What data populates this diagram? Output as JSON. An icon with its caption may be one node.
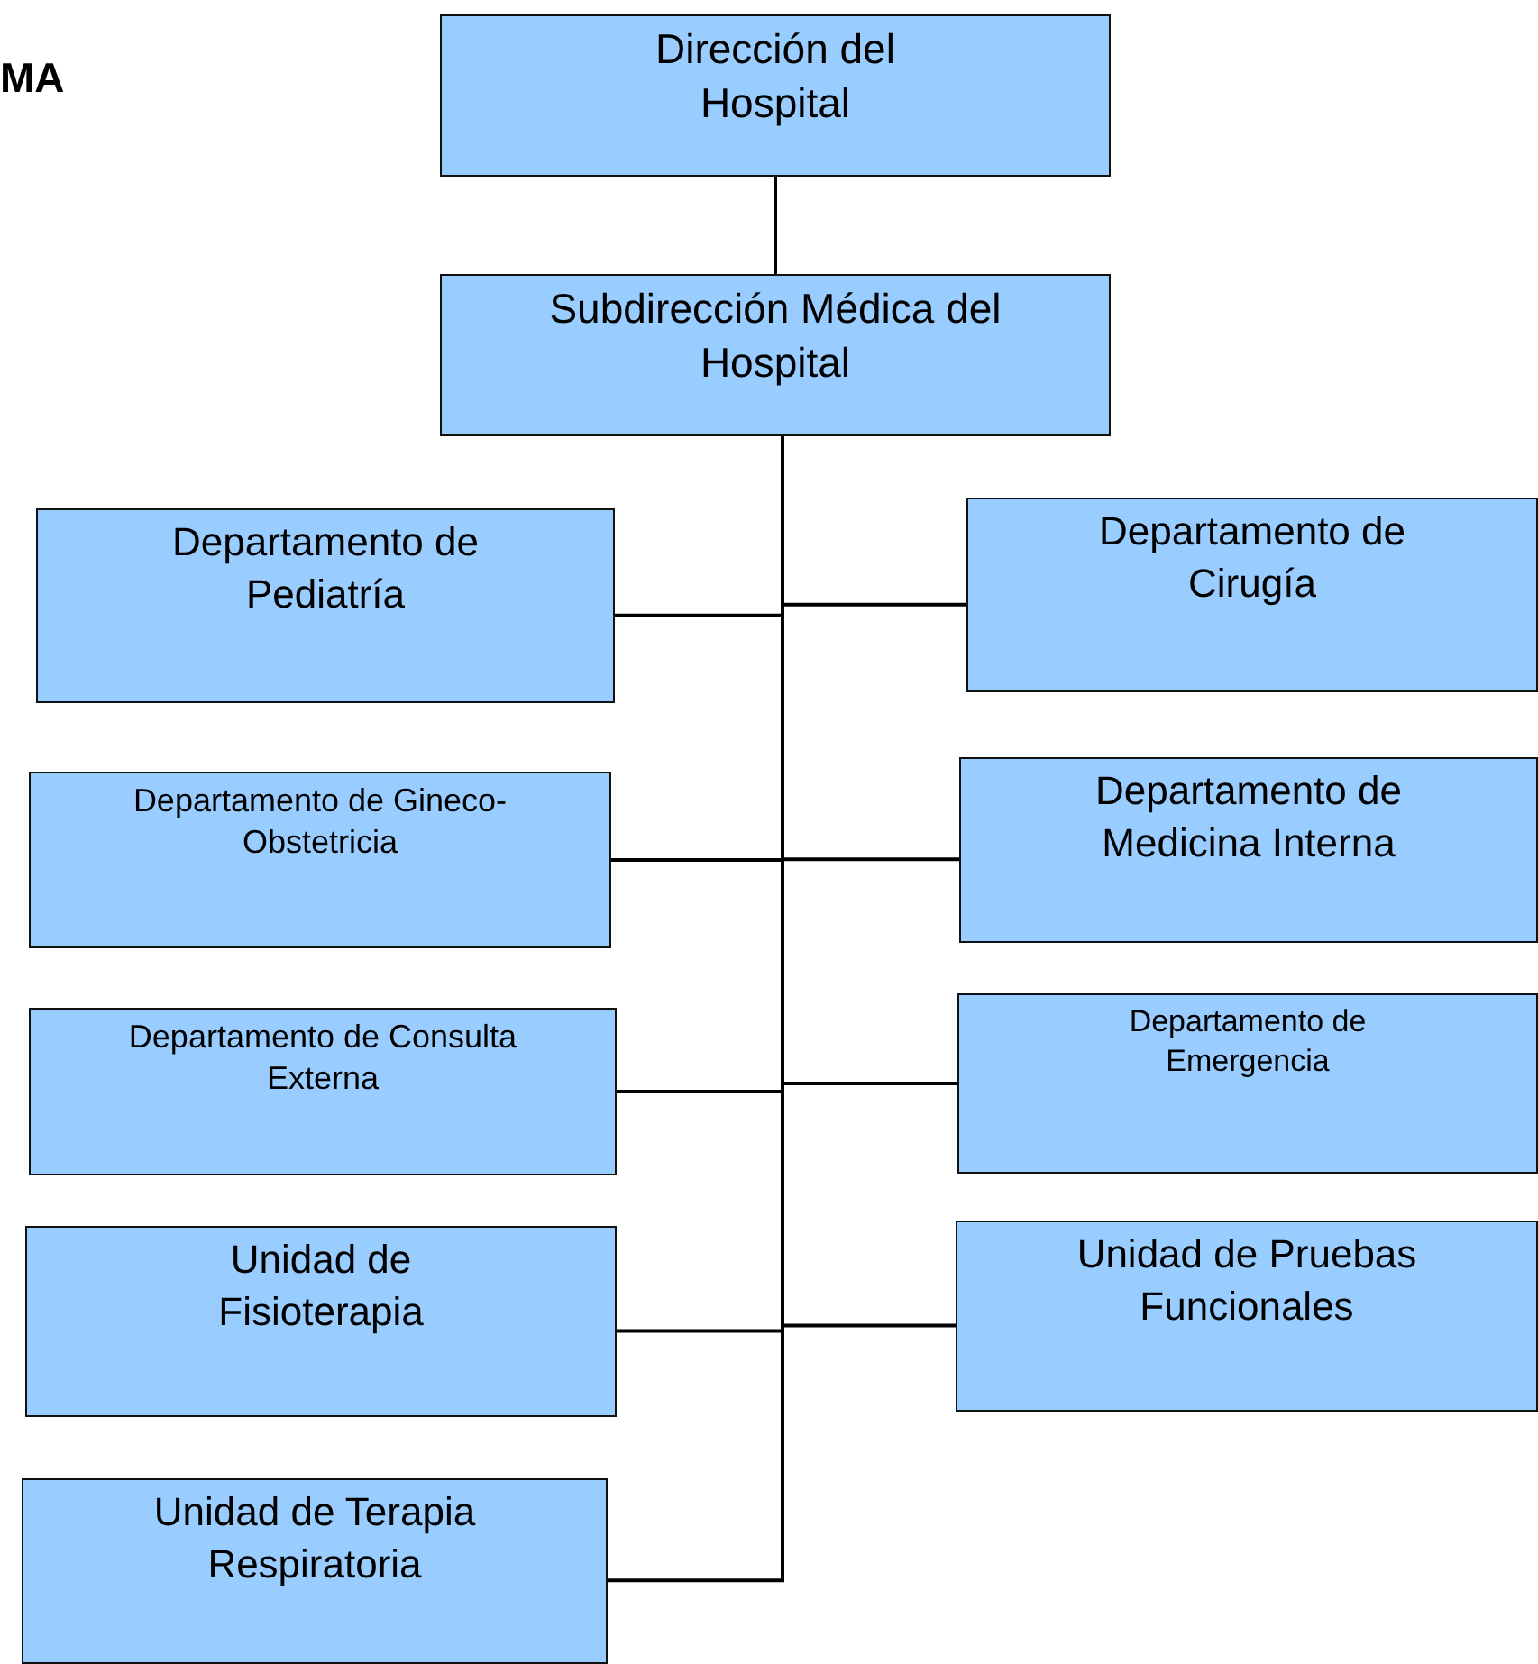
{
  "diagram": {
    "nodes": [
      {
        "text": [
          "Dirección del Hospital"
        ]
      },
      {
        "text": [
          "Subdirección Médica del Hospital"
        ]
      },
      {
        "text": [
          "Departamento de Pediatría"
        ]
      },
      {
        "text": [
          "Departamento de Cirugía"
        ]
      },
      {
        "text": [
          "Departamento de Gineco-Obstetricia"
        ]
      },
      {
        "text": [
          "Departamento de Medicina Interna"
        ]
      },
      {
        "text": [
          "Departamento de Consulta Externa"
        ]
      },
      {
        "text": [
          "Departamento de Emergencia"
        ]
      },
      {
        "text": [
          "Unidad de Fisioterapia"
        ]
      },
      {
        "text": [
          "Unidad de Pruebas Funcionales"
        ]
      },
      {
        "text": [
          "Unidad de Terapia Respiratoria"
        ]
      }
    ],
    "edges": [
      {
        "from": 0,
        "to": 1,
        "arrow": "none"
      },
      {
        "from": 1,
        "to": 2,
        "arrow": "none"
      },
      {
        "from": 1,
        "to": 3,
        "arrow": "none"
      },
      {
        "from": 1,
        "to": 4,
        "arrow": "none"
      },
      {
        "from": 1,
        "to": 5,
        "arrow": "none"
      },
      {
        "from": 1,
        "to": 6,
        "arrow": "none"
      },
      {
        "from": 1,
        "to": 7,
        "arrow": "none"
      },
      {
        "from": 1,
        "to": 8,
        "arrow": "none"
      },
      {
        "from": 1,
        "to": 9,
        "arrow": "none"
      },
      {
        "from": 1,
        "to": 10,
        "arrow": "none"
      }
    ],
    "labels": [
      "MA"
    ]
  }
}
